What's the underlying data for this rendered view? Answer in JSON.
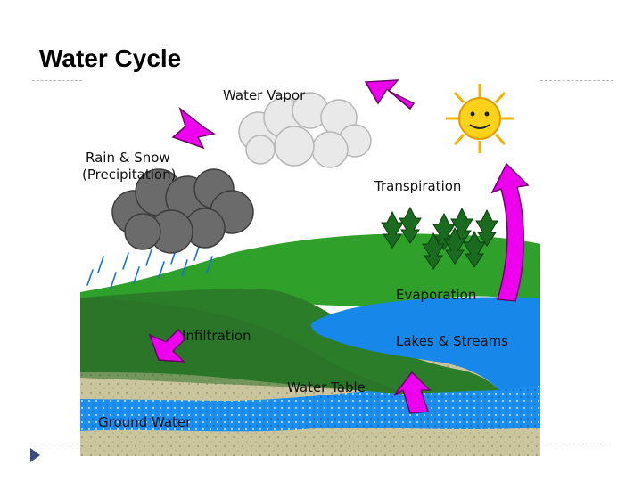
{
  "slide": {
    "title": "Water Cycle"
  },
  "labels": {
    "water_vapor": "Water Vapor",
    "rain_snow_1": "Rain & Snow",
    "rain_snow_2": "(Precipitation)",
    "transpiration": "Transpiration",
    "evaporation": "Evaporation",
    "infiltration": "Infiltration",
    "lakes_streams": "Lakes & Streams",
    "water_table": "Water Table",
    "ground_water": "Ground Water"
  },
  "icons": [
    "sun-icon",
    "cloud-icon",
    "tree-icon",
    "arrow-icon",
    "nav-arrow-icon"
  ],
  "colors": {
    "arrow": "#ee00ee",
    "grass": "#2f9a27",
    "water": "#1787ea",
    "soil": "#c9c39a",
    "cloud_dark": "#6b6b6b"
  }
}
